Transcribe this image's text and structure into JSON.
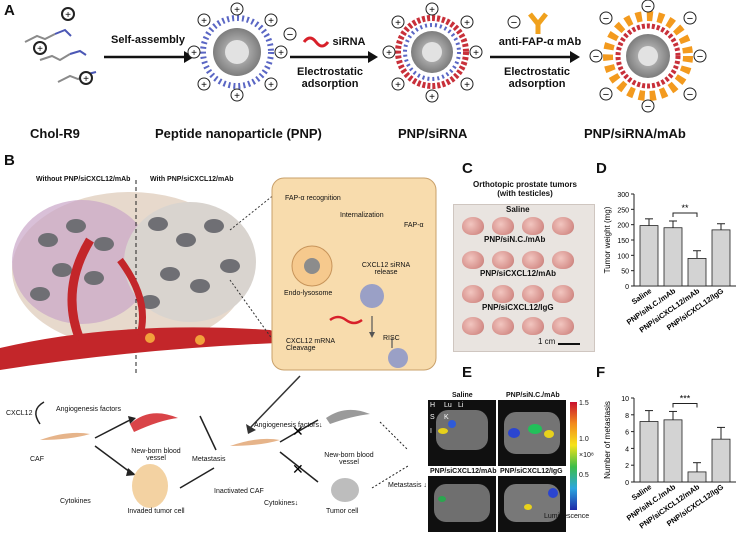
{
  "panel_a": {
    "letter": "A",
    "stage_labels": [
      "Chol-R9",
      "Peptide nanoparticle (PNP)",
      "PNP/siRNA",
      "PNP/siRNA/mAb"
    ],
    "arrow1": "Self-assembly",
    "arrow2_top": "siRNA",
    "arrow2_bottom": "Electrostatic adsorption",
    "arrow3_top": "anti-FAP-α mAb",
    "arrow3_bottom": "Electrostatic adsorption"
  },
  "panel_b": {
    "letter": "B",
    "left_title": "Without PNP/siCXCL12/mAb",
    "right_title": "With PNP/siCXCL12/mAb",
    "cell_labels": {
      "fap_recognition": "FAP-α recognition",
      "internalization": "Internalization",
      "fap": "FAP-α",
      "endo_lysosome": "Endo-lysosome",
      "sirna_release": "CXCL12 siRNA release",
      "mrna_cleavage": "CXCL12 mRNA Cleavage",
      "risc": "RISC"
    },
    "bottom_left": {
      "cxcl12": "CXCL12",
      "caf": "CAF",
      "angiogenesis": "Angiogenesis factors",
      "cytokines": "Cytokines",
      "new_vessel": "New-born blood vessel",
      "invaded_cell": "Invaded tumor cell",
      "metastasis": "Metastasis"
    },
    "bottom_right": {
      "inactivated_caf": "Inactivated CAF",
      "angiogenesis": "Angiogenesis factors↓",
      "cytokines": "Cytokines↓",
      "new_vessel": "New-born blood vessel",
      "tumor_cell": "Tumor cell",
      "metastasis": "Metastasis ↓"
    }
  },
  "panel_c": {
    "letter": "C",
    "title": "Orthotopic prostate tumors (with testicles)",
    "groups": [
      "Saline",
      "PNP/siN.C./mAb",
      "PNP/siCXCL12/mAb",
      "PNP/siCXCL12/IgG"
    ],
    "scale_bar": "1 cm"
  },
  "panel_e": {
    "letter": "E",
    "group_labels": [
      "Saline",
      "PNP/siN.C./mAb",
      "PNP/siCXCL12/mAb",
      "PNP/siCXCL12/IgG"
    ],
    "organ_labels": [
      "H",
      "Lu",
      "Li",
      "S",
      "K",
      "I"
    ],
    "colorbar_ticks": [
      "1.5",
      "1.0",
      "0.5"
    ],
    "colorbar_unit": "×10⁸",
    "colorbar_label": "Luminescence"
  },
  "chart_data": [
    {
      "panel": "D",
      "type": "bar",
      "categories": [
        "Saline",
        "PNP/siN.C./mAb",
        "PNP/siCXCL12/mAb",
        "PNP/siCXCL12/IgG"
      ],
      "values": [
        197,
        190,
        90,
        183
      ],
      "errors": [
        22,
        22,
        25,
        20
      ],
      "ylabel": "Tumor weight (mg)",
      "ylim": [
        0,
        300
      ],
      "yticks": [
        "0",
        "50",
        "100",
        "150",
        "200",
        "250",
        "300"
      ],
      "significance": "**",
      "bar_color": "#d3d3d3"
    },
    {
      "panel": "F",
      "type": "bar",
      "categories": [
        "Saline",
        "PNP/siN.C./mAb",
        "PNP/siCXCL12/mAb",
        "PNP/siCXCL12/IgG"
      ],
      "values": [
        7.2,
        7.4,
        1.2,
        5.1
      ],
      "errors": [
        1.3,
        1.0,
        1.1,
        1.4
      ],
      "ylabel": "Number of metastasis",
      "ylim": [
        0,
        10
      ],
      "yticks": [
        "0",
        "2",
        "4",
        "6",
        "8",
        "10"
      ],
      "significance": "***",
      "bar_color": "#d3d3d3"
    }
  ]
}
